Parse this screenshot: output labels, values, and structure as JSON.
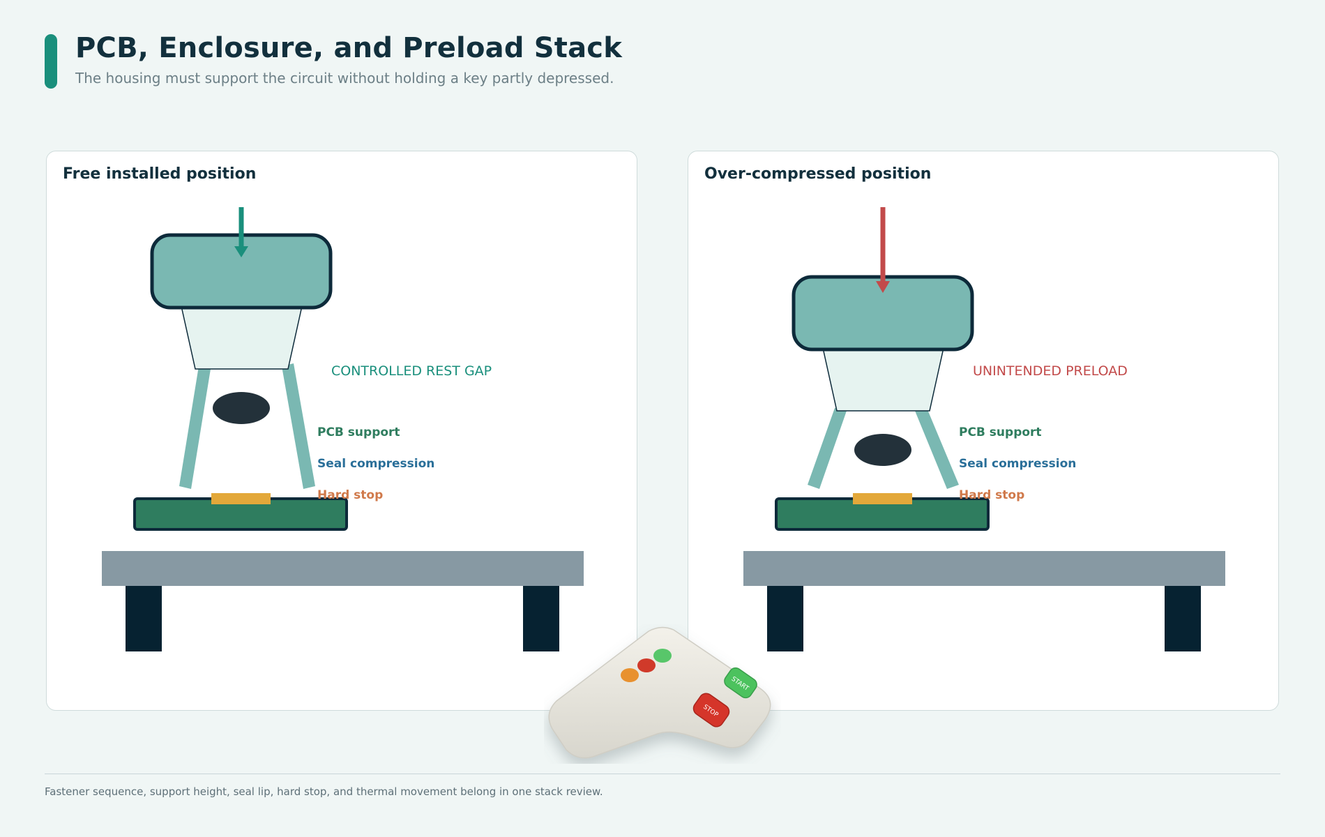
{
  "header": {
    "title": "PCB, Enclosure, and Preload Stack",
    "subtitle": "The housing must support the circuit without holding a key partly depressed."
  },
  "panels": [
    {
      "title": "Free installed position",
      "state_label": "CONTROLLED REST GAP",
      "state_color": "#1a8f7c",
      "arrow_color": "#1a8f7c",
      "labels": {
        "support": "PCB support",
        "seal": "Seal compression",
        "hard_stop": "Hard stop"
      }
    },
    {
      "title": "Over-compressed position",
      "state_label": "UNINTENDED PRELOAD",
      "state_color": "#c24a4a",
      "arrow_color": "#c24a4a",
      "labels": {
        "support": "PCB support",
        "seal": "Seal compression",
        "hard_stop": "Hard stop"
      }
    }
  ],
  "remote": {
    "start_label": "START",
    "stop_label": "STOP"
  },
  "footer": {
    "note": "Fastener sequence, support height, seal lip, hard stop, and thermal movement belong in one stack review."
  },
  "colors": {
    "cap": "#7ab8b2",
    "outline": "#0d2a3a",
    "plunger": "#e6f3f0",
    "pcb": "#2f7d5f",
    "contact": "#e3a83a",
    "table": "#8799a3",
    "table_leg": "#062231",
    "support_text": "#2f7d5f",
    "seal_text": "#2a6f99",
    "hard_stop_text": "#d0794a"
  }
}
